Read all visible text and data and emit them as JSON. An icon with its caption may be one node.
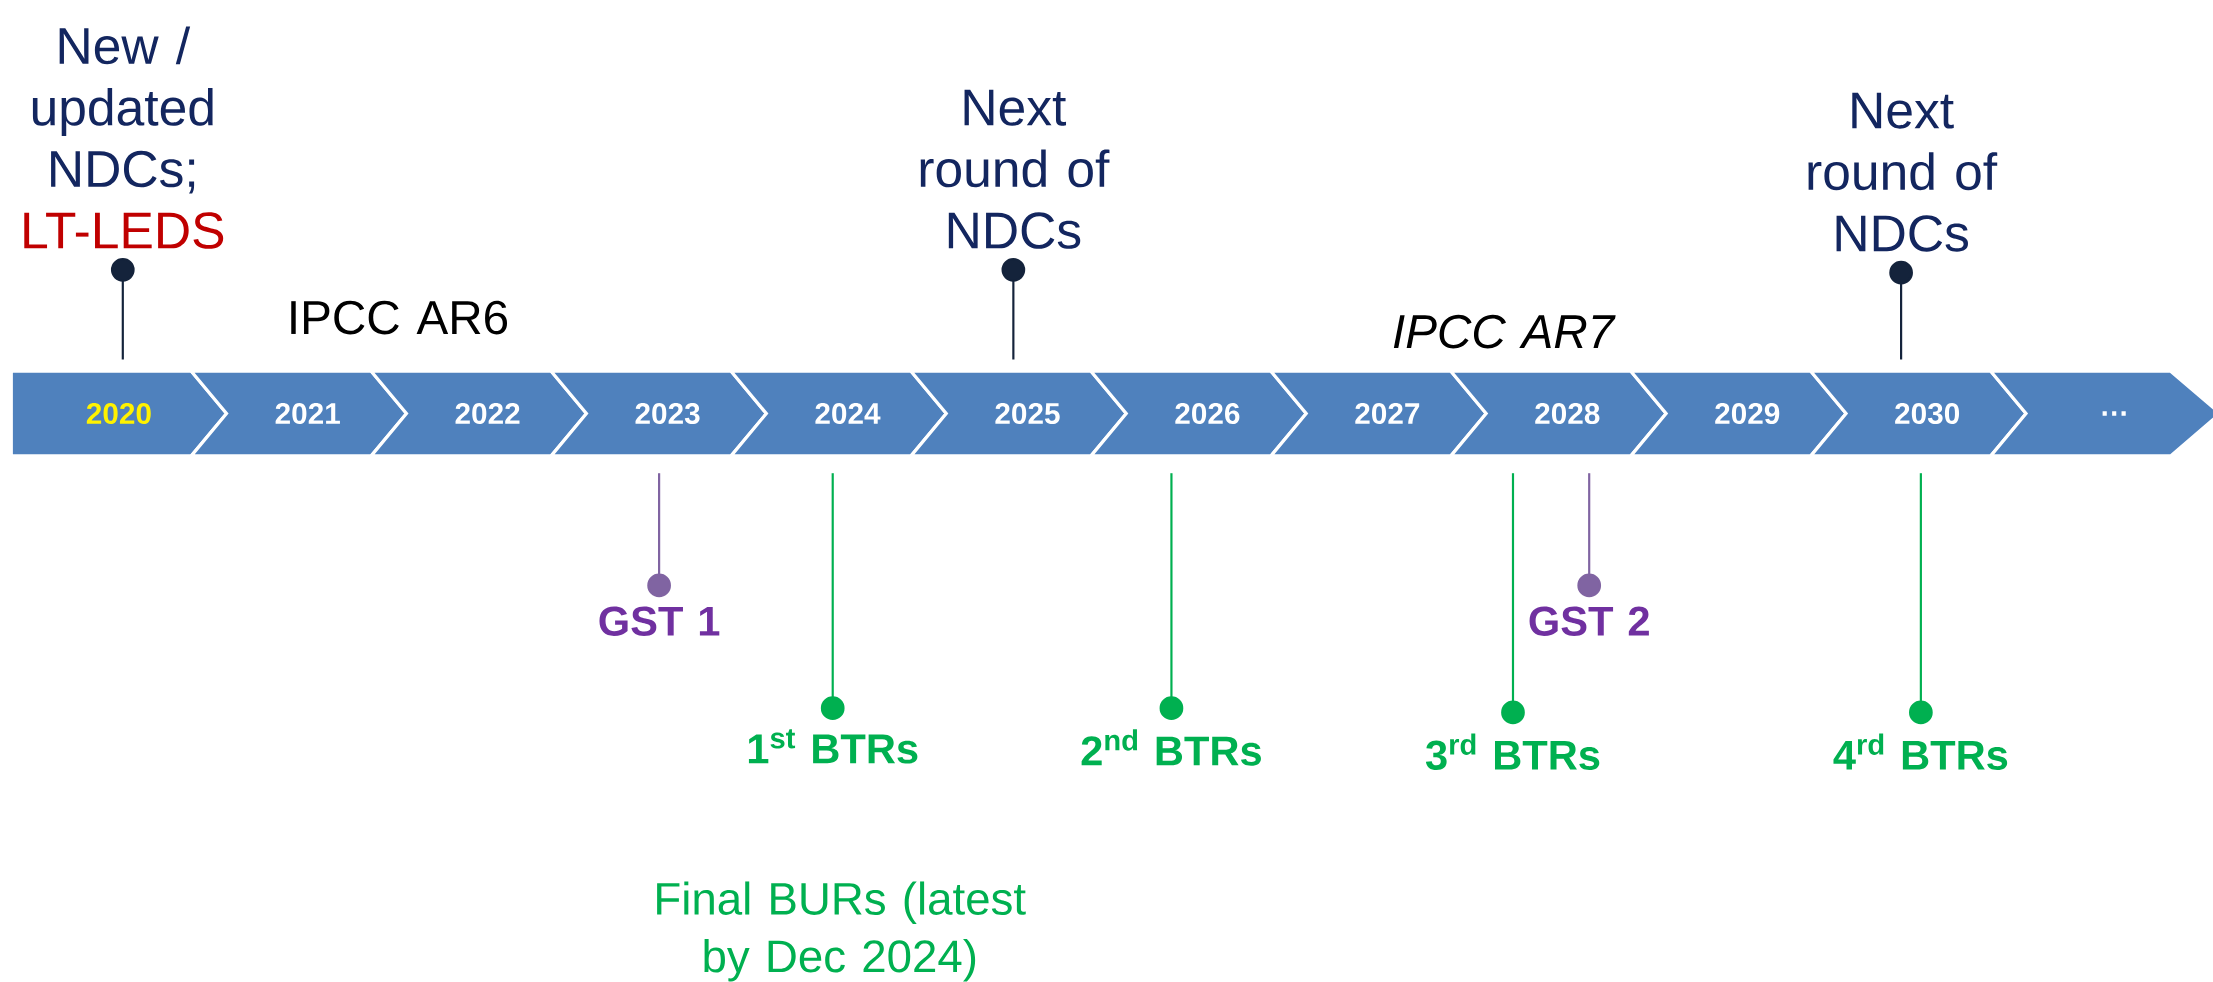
{
  "diagram": {
    "nodes": [
      {
        "text": [
          "2020"
        ]
      },
      {
        "text": [
          "2021"
        ]
      },
      {
        "text": [
          "2022"
        ]
      },
      {
        "text": [
          "2023"
        ]
      },
      {
        "text": [
          "2024"
        ]
      },
      {
        "text": [
          "2025"
        ]
      },
      {
        "text": [
          "2026"
        ]
      },
      {
        "text": [
          "2027"
        ]
      },
      {
        "text": [
          "2028"
        ]
      },
      {
        "text": [
          "2029"
        ]
      },
      {
        "text": [
          "2030"
        ]
      },
      {
        "text": [
          "…"
        ]
      },
      {
        "text": [
          "New / updated NDCs;",
          "LT-LEDS"
        ]
      },
      {
        "text": [
          "Next round of NDCs"
        ]
      },
      {
        "text": [
          "Next round of NDCs"
        ]
      },
      {
        "text": [
          "GST 1"
        ]
      },
      {
        "text": [
          "1$^{st}$ BTRs"
        ]
      },
      {
        "text": [
          "2$^{nd}$ BTRs"
        ]
      },
      {
        "text": [
          "3$^{rd}$ BTRs"
        ]
      },
      {
        "text": [
          "GST 2"
        ]
      },
      {
        "text": [
          "4$^{rd}$ BTRs"
        ]
      }
    ],
    "edges": [
      {
        "from": 12,
        "to": 0,
        "arrow": "other",
        "color": "#14233b"
      },
      {
        "from": 13,
        "to": 5,
        "arrow": "other",
        "color": "#14233b"
      },
      {
        "from": 14,
        "to": 10,
        "arrow": "other",
        "color": "#14233b"
      },
      {
        "from": 15,
        "to": 3,
        "arrow": "other",
        "color": "#8064a2"
      },
      {
        "from": 16,
        "to": 4,
        "arrow": "other",
        "color": "#00b050"
      },
      {
        "from": 17,
        "to": 6,
        "arrow": "other",
        "color": "#00b050"
      },
      {
        "from": 18,
        "to": 8,
        "arrow": "other",
        "color": "#00b050"
      },
      {
        "from": 19,
        "to": 8,
        "arrow": "other",
        "color": "#8064a2"
      },
      {
        "from": 20,
        "to": 10,
        "arrow": "other",
        "color": "#00b050"
      }
    ],
    "labels": [
      "IPCC AR6",
      "IPCC AR7",
      "Final BURs (latest by Dec 2024)"
    ]
  }
}
